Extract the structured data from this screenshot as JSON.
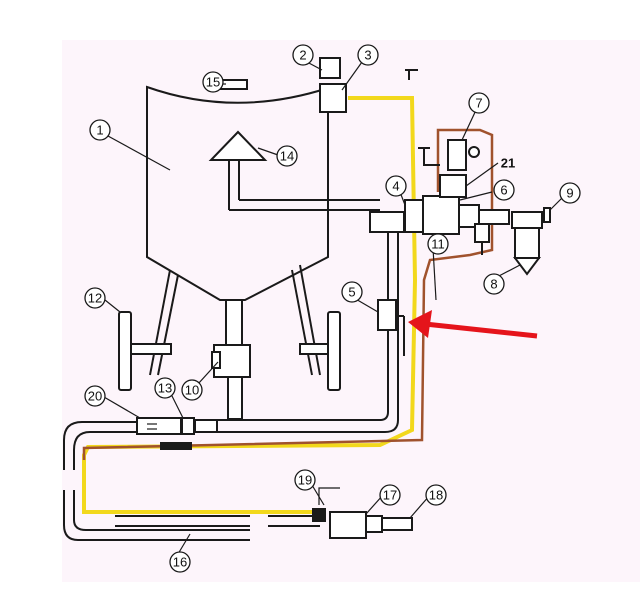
{
  "diagram": {
    "callouts": [
      {
        "id": "1",
        "label": "1"
      },
      {
        "id": "2",
        "label": "2"
      },
      {
        "id": "3",
        "label": "3"
      },
      {
        "id": "4",
        "label": "4"
      },
      {
        "id": "5",
        "label": "5"
      },
      {
        "id": "6",
        "label": "6"
      },
      {
        "id": "7",
        "label": "7"
      },
      {
        "id": "8",
        "label": "8"
      },
      {
        "id": "9",
        "label": "9"
      },
      {
        "id": "10",
        "label": "10"
      },
      {
        "id": "11",
        "label": "11"
      },
      {
        "id": "12",
        "label": "12"
      },
      {
        "id": "13",
        "label": "13"
      },
      {
        "id": "14",
        "label": "14"
      },
      {
        "id": "15",
        "label": "15"
      },
      {
        "id": "16",
        "label": "16"
      },
      {
        "id": "17",
        "label": "17"
      },
      {
        "id": "18",
        "label": "18"
      },
      {
        "id": "19",
        "label": "19"
      },
      {
        "id": "20",
        "label": "20"
      },
      {
        "id": "21",
        "label": "21"
      }
    ],
    "colors": {
      "background": "#fdf5fb",
      "line": "#1a1a1a",
      "air_hose": "#f2d81c",
      "control_hose": "#a0522d",
      "arrow": "#e5141b"
    }
  }
}
